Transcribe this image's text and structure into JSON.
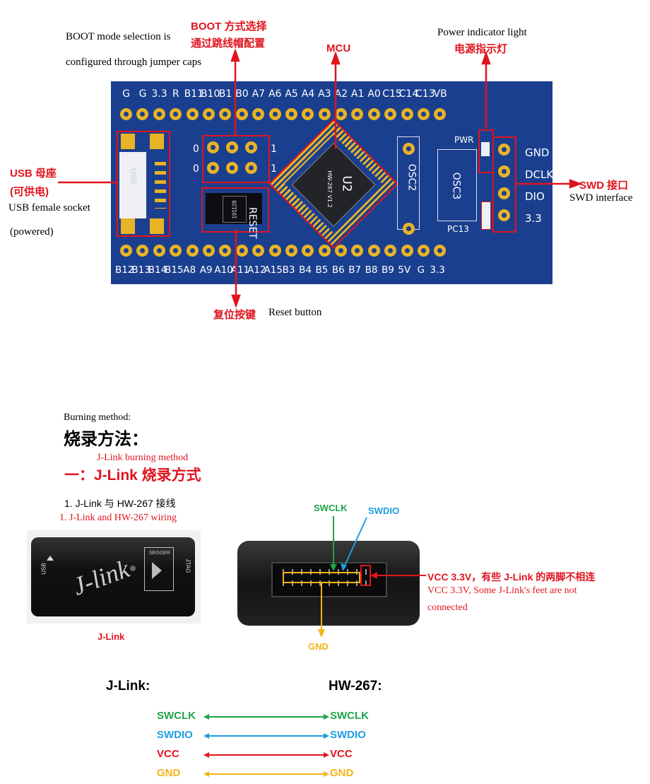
{
  "top": {
    "boot_en_line1": "BOOT mode selection is",
    "boot_en_line2": "configured through jumper caps",
    "boot_cn_line1": "BOOT 方式选择",
    "boot_cn_line2": "通过跳线帽配置",
    "mcu_label": "MCU",
    "power_en": "Power indicator light",
    "power_cn": "电源指示灯",
    "usb_cn_line1": "USB 母座",
    "usb_cn_line2": "(可供电)",
    "usb_en_line1": "USB female socket",
    "usb_en_line2": "(powered)",
    "swd_cn": "SWD 接口",
    "swd_en": "SWD interface",
    "reset_cn": "复位按键",
    "reset_en": "Reset button"
  },
  "board": {
    "top_pins": [
      "G",
      "G",
      "3.3",
      "R",
      "B11",
      "B10",
      "B1",
      "B0",
      "A7",
      "A6",
      "A5",
      "A4",
      "A3",
      "A2",
      "A1",
      "A0",
      "C15",
      "C14",
      "C13",
      "VB"
    ],
    "bottom_pins": [
      "B12",
      "B13",
      "B14",
      "B15",
      "A8",
      "A9",
      "A10",
      "A11",
      "A12",
      "A15",
      "B3",
      "B4",
      "B5",
      "B6",
      "B7",
      "B8",
      "B9",
      "5V",
      "G",
      "3.3"
    ],
    "swd_pins": [
      "GND",
      "DCLK",
      "DIO",
      "3.3"
    ],
    "boot_row0_left": "0",
    "boot_row0_right": "1",
    "boot_row1_left": "0",
    "boot_row1_right": "1",
    "reset_text": "RESET",
    "button_text": "191128",
    "chip_name": "U2",
    "chip_sub": "HW-267 V1.2",
    "osc2": "OSC2",
    "osc3": "OSC3",
    "pwr": "PWR",
    "pc13": "PC13",
    "usb_text": "USB"
  },
  "burning": {
    "method_en": "Burning method:",
    "method_cn": "烧录方法：",
    "jlink_en": "J-Link burning method",
    "jlink_cn": "一：J-Link 烧录方式",
    "step1_cn": "1. J-Link 与 HW-267 接线",
    "step1_en": "1.  J-Link and HW-267 wiring",
    "jlink_caption": "J-Link",
    "device_brand": "J-link",
    "device_usb": "USB",
    "device_jtag": "JTAG",
    "device_segger": "SEGGER",
    "swclk_label": "SWCLK",
    "swdio_label": "SWDIO",
    "gnd_label": "GND",
    "vcc_cn": "VCC 3.3V，有些 J-Link 的两脚不相连",
    "vcc_en_line1": "VCC 3.3V,  Some J-Link's feet are not",
    "vcc_en_line2": "connected"
  },
  "wiring": {
    "left_title": "J-Link:",
    "right_title": "HW-267:",
    "rows": [
      {
        "left": "SWCLK",
        "right": "SWCLK",
        "color": "#1ea446"
      },
      {
        "left": "SWDIO",
        "right": "SWDIO",
        "color": "#1e9ee0"
      },
      {
        "left": "VCC",
        "right": "VCC",
        "color": "#e0141e"
      },
      {
        "left": "GND",
        "right": "GND",
        "color": "#f2b417"
      }
    ]
  },
  "colors": {
    "accent_red": "#e0141e",
    "board_blue": "#1b3f8f",
    "pin_gold": "#e8b326",
    "swclk_green": "#1ea446",
    "swdio_blue": "#1e9ee0",
    "gnd_yellow": "#f2b417"
  }
}
